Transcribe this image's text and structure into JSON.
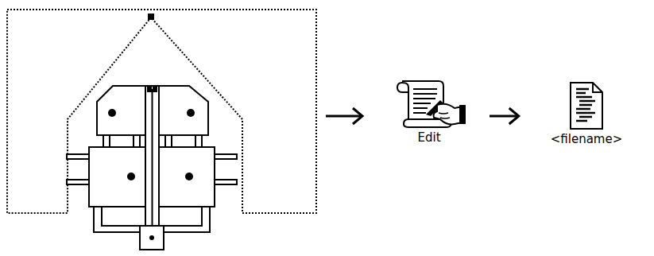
{
  "diagram": {
    "nodes": [
      {
        "text": [
          "Edit"
        ]
      },
      {
        "text": [
          "<filename>"
        ]
      }
    ],
    "edges": [
      {
        "from": 0,
        "to": 1,
        "arrow": "to"
      }
    ]
  }
}
